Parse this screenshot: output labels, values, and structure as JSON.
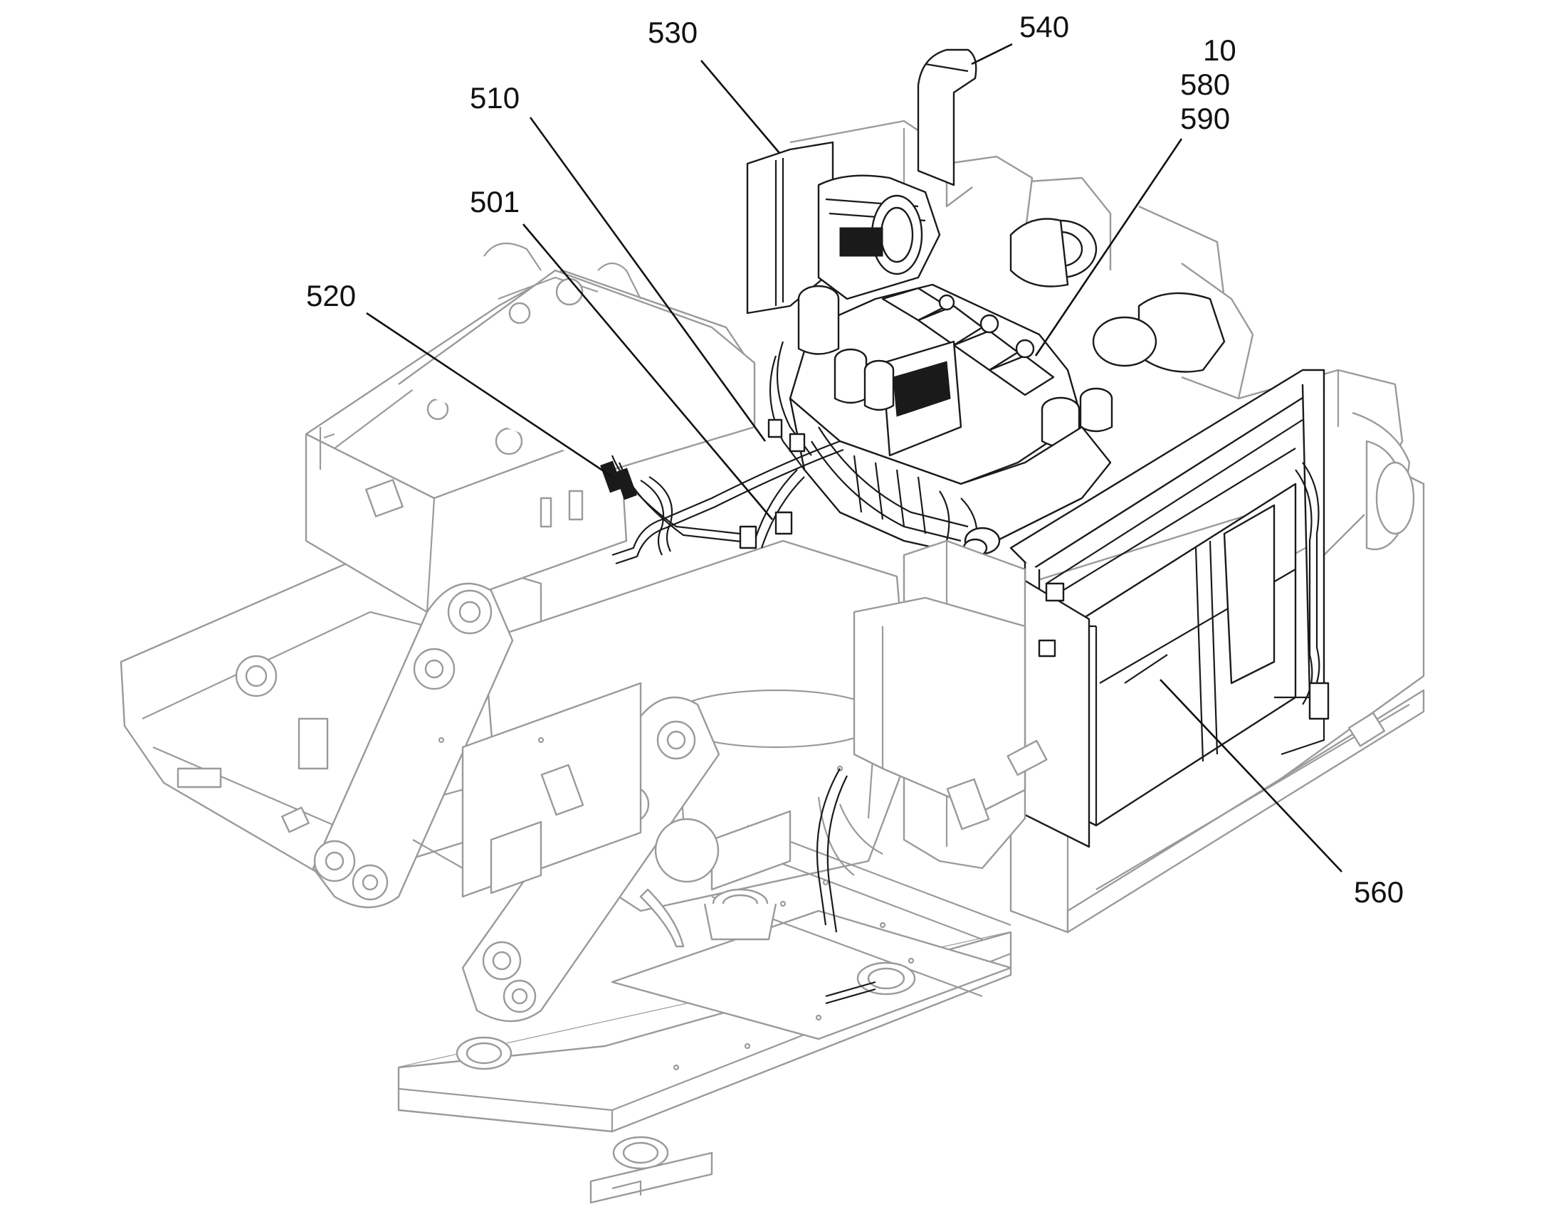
{
  "labels": {
    "l530": "530",
    "l540": "540",
    "l10": "10",
    "l580": "580",
    "l590": "590",
    "l510": "510",
    "l501": "501",
    "l520": "520",
    "l560": "560"
  }
}
